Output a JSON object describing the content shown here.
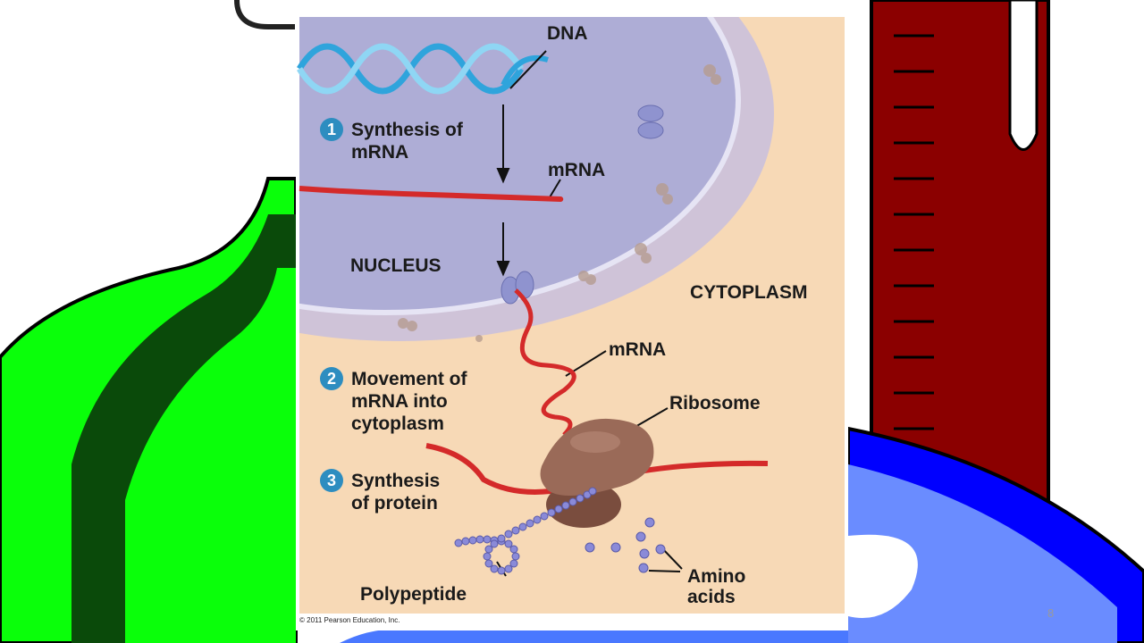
{
  "slide": {
    "page_number": "8"
  },
  "figure": {
    "labels": {
      "dna": "DNA",
      "mrna_nucleus": "mRNA",
      "nucleus": "NUCLEUS",
      "cytoplasm": "CYTOPLASM",
      "mrna_cytoplasm": "mRNA",
      "ribosome": "Ribosome",
      "polypeptide": "Polypeptide",
      "amino_acids": "Amino\nacids"
    },
    "steps": [
      {
        "number": "1",
        "text": "Synthesis of\nmRNA"
      },
      {
        "number": "2",
        "text": "Movement of\nmRNA into\ncytoplasm"
      },
      {
        "number": "3",
        "text": "Synthesis\nof protein"
      }
    ],
    "copyright": "© 2011 Pearson Education, Inc."
  },
  "colors": {
    "step_badge": "#2d8dc0",
    "mrna": "#d42a2a",
    "dna": "#3aa8d8",
    "nucleus": "#a9a9d4",
    "cytoplasm": "#f7d9b6",
    "ribosome": "#8a5a4a",
    "amino_acid": "#7b7bc8"
  }
}
